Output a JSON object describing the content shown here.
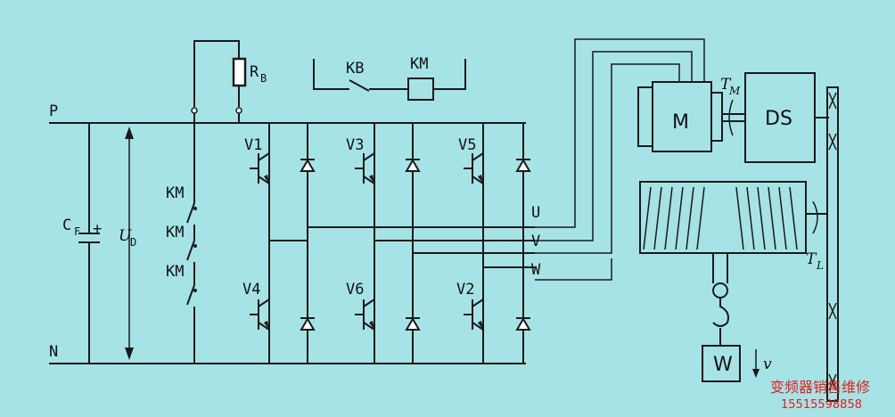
{
  "bus": {
    "p": "P",
    "n": "N"
  },
  "capacitor": {
    "label": "C",
    "sub": "F",
    "plus": "+"
  },
  "dc_voltage": {
    "label": "U",
    "sub": "D"
  },
  "brake_resistor": {
    "label": "R",
    "sub": "B"
  },
  "contacts": {
    "km": "KM"
  },
  "control": {
    "kb": "KB",
    "km": "KM"
  },
  "switches": {
    "v1": "V1",
    "v3": "V3",
    "v5": "V5",
    "v4": "V4",
    "v6": "V6",
    "v2": "V2"
  },
  "phases": {
    "u": "U",
    "v": "V",
    "w": "W"
  },
  "motor": {
    "label": "M",
    "torque": "T",
    "torque_sub": "M"
  },
  "reducer": {
    "label": "DS"
  },
  "load_torque": {
    "label": "T",
    "sub": "L"
  },
  "weight": {
    "label": "W",
    "velocity": "v"
  },
  "watermark": {
    "line1": "变频器销售维修",
    "line2": "15515598858"
  }
}
